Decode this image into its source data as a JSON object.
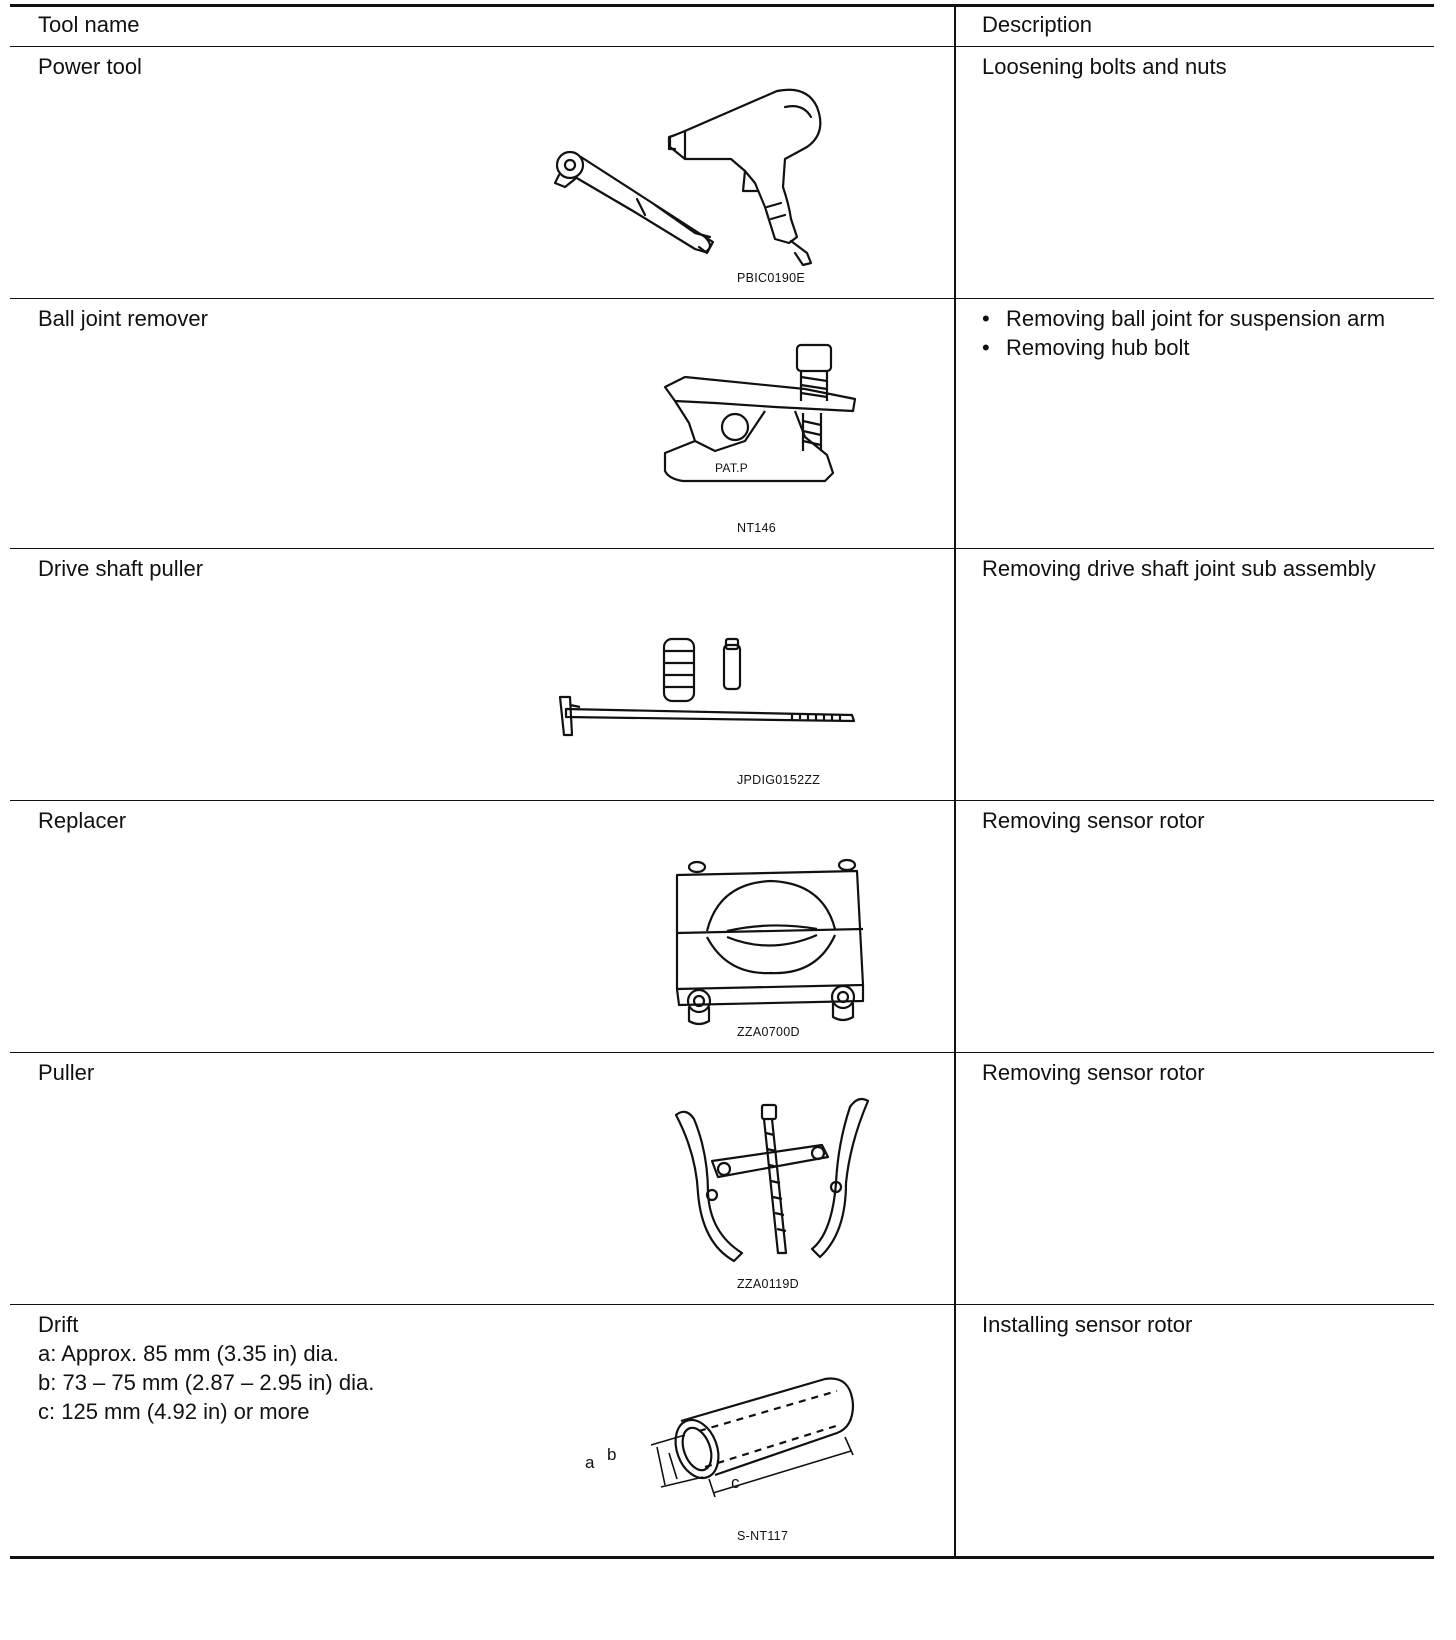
{
  "header": {
    "col_tool": "Tool name",
    "col_desc": "Description"
  },
  "rows": [
    {
      "name": "Power tool",
      "desc": "Loosening bolts and nuts",
      "code": "PBIC0190E"
    },
    {
      "name": "Ball joint remover",
      "bullets": [
        "Removing ball joint for suspension arm",
        "Removing hub bolt"
      ],
      "code": "NT146",
      "stamp": "PAT.P"
    },
    {
      "name": "Drive shaft puller",
      "desc": "Removing drive shaft joint sub assembly",
      "code": "JPDIG0152ZZ"
    },
    {
      "name": "Replacer",
      "desc": "Removing sensor rotor",
      "code": "ZZA0700D"
    },
    {
      "name": "Puller",
      "desc": "Removing sensor rotor",
      "code": "ZZA0119D"
    },
    {
      "name": "Drift",
      "specs": [
        "a: Approx. 85 mm (3.35 in) dia.",
        "b: 73 – 75 mm (2.87 – 2.95 in) dia.",
        "c: 125 mm (4.92 in) or more"
      ],
      "desc": "Installing sensor rotor",
      "code": "S-NT117",
      "dims": {
        "a": "a",
        "b": "b",
        "c": "c"
      }
    }
  ]
}
